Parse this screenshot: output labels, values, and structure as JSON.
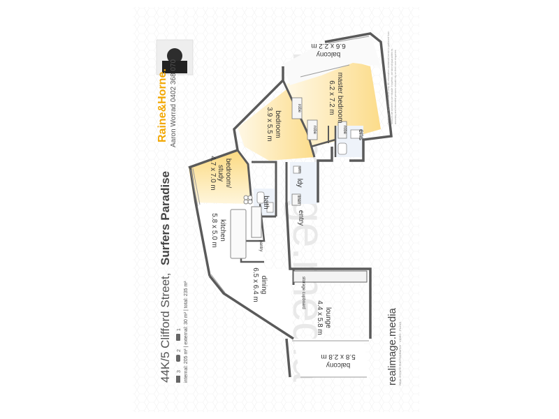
{
  "listing": {
    "address": "44K/5 Clifford Street,",
    "suburb": "Surfers Paradise",
    "bed_count": "3",
    "bath_count": "2",
    "car_count": "1",
    "areas": "internal: 205 m²  |  external: 30 m²  |  total: 235 m²"
  },
  "agency": {
    "brand": "Raine&Horne.",
    "agent_line": "Aaron Worrad  0402 368 070",
    "watermark": "realimage.media"
  },
  "logo": {
    "text": "realimage.media",
    "tagline": "REAL ESTATE PHOTOGRAPHY · VIDEO · PLANS"
  },
  "disclaimer_lines": [
    "Disclaimer: for representation only. All information contained herein is gathered from",
    "sources we believe to be reliable. However, we cannot guarantee its",
    "accuracy and interested persons should rely on their own enquiries."
  ],
  "rooms": {
    "balcony_top": {
      "name": "balcony",
      "size": "6.6 x 2.2 m"
    },
    "master": {
      "name": "master bedroom",
      "size": "6.2 x 7.2 m"
    },
    "bedroom": {
      "name": "bedroom",
      "size": "3.9 x 5.5 m"
    },
    "study": {
      "name1": "bedroom/",
      "name2": "study",
      "size": "4.7 x 7.0 m"
    },
    "kitchen": {
      "name": "kitchen",
      "size": "5.8 x 5.0 m"
    },
    "dining": {
      "name": "dining",
      "size": "6.5 x 6.4 m"
    },
    "lounge": {
      "name": "lounge",
      "size": "4.4 x 5.8 m"
    },
    "balcony_bottom": {
      "name": "balcony",
      "size": "5.8 x 2.8 m"
    },
    "entry": "entry",
    "bath": "bath",
    "ldy": "ldy",
    "ens": "ens",
    "pantry": "pantry",
    "storage": "storage cupboard",
    "robe1": "robe",
    "robe2": "robe",
    "robe3": "robe",
    "linen": "linen",
    "wm": "wm"
  },
  "colors": {
    "accent": "#f2a700",
    "wall": "#5a5a5a",
    "floor_warm": "#fbe6a8",
    "floor_light": "#fff7e0",
    "tile": "#dde6f2"
  }
}
